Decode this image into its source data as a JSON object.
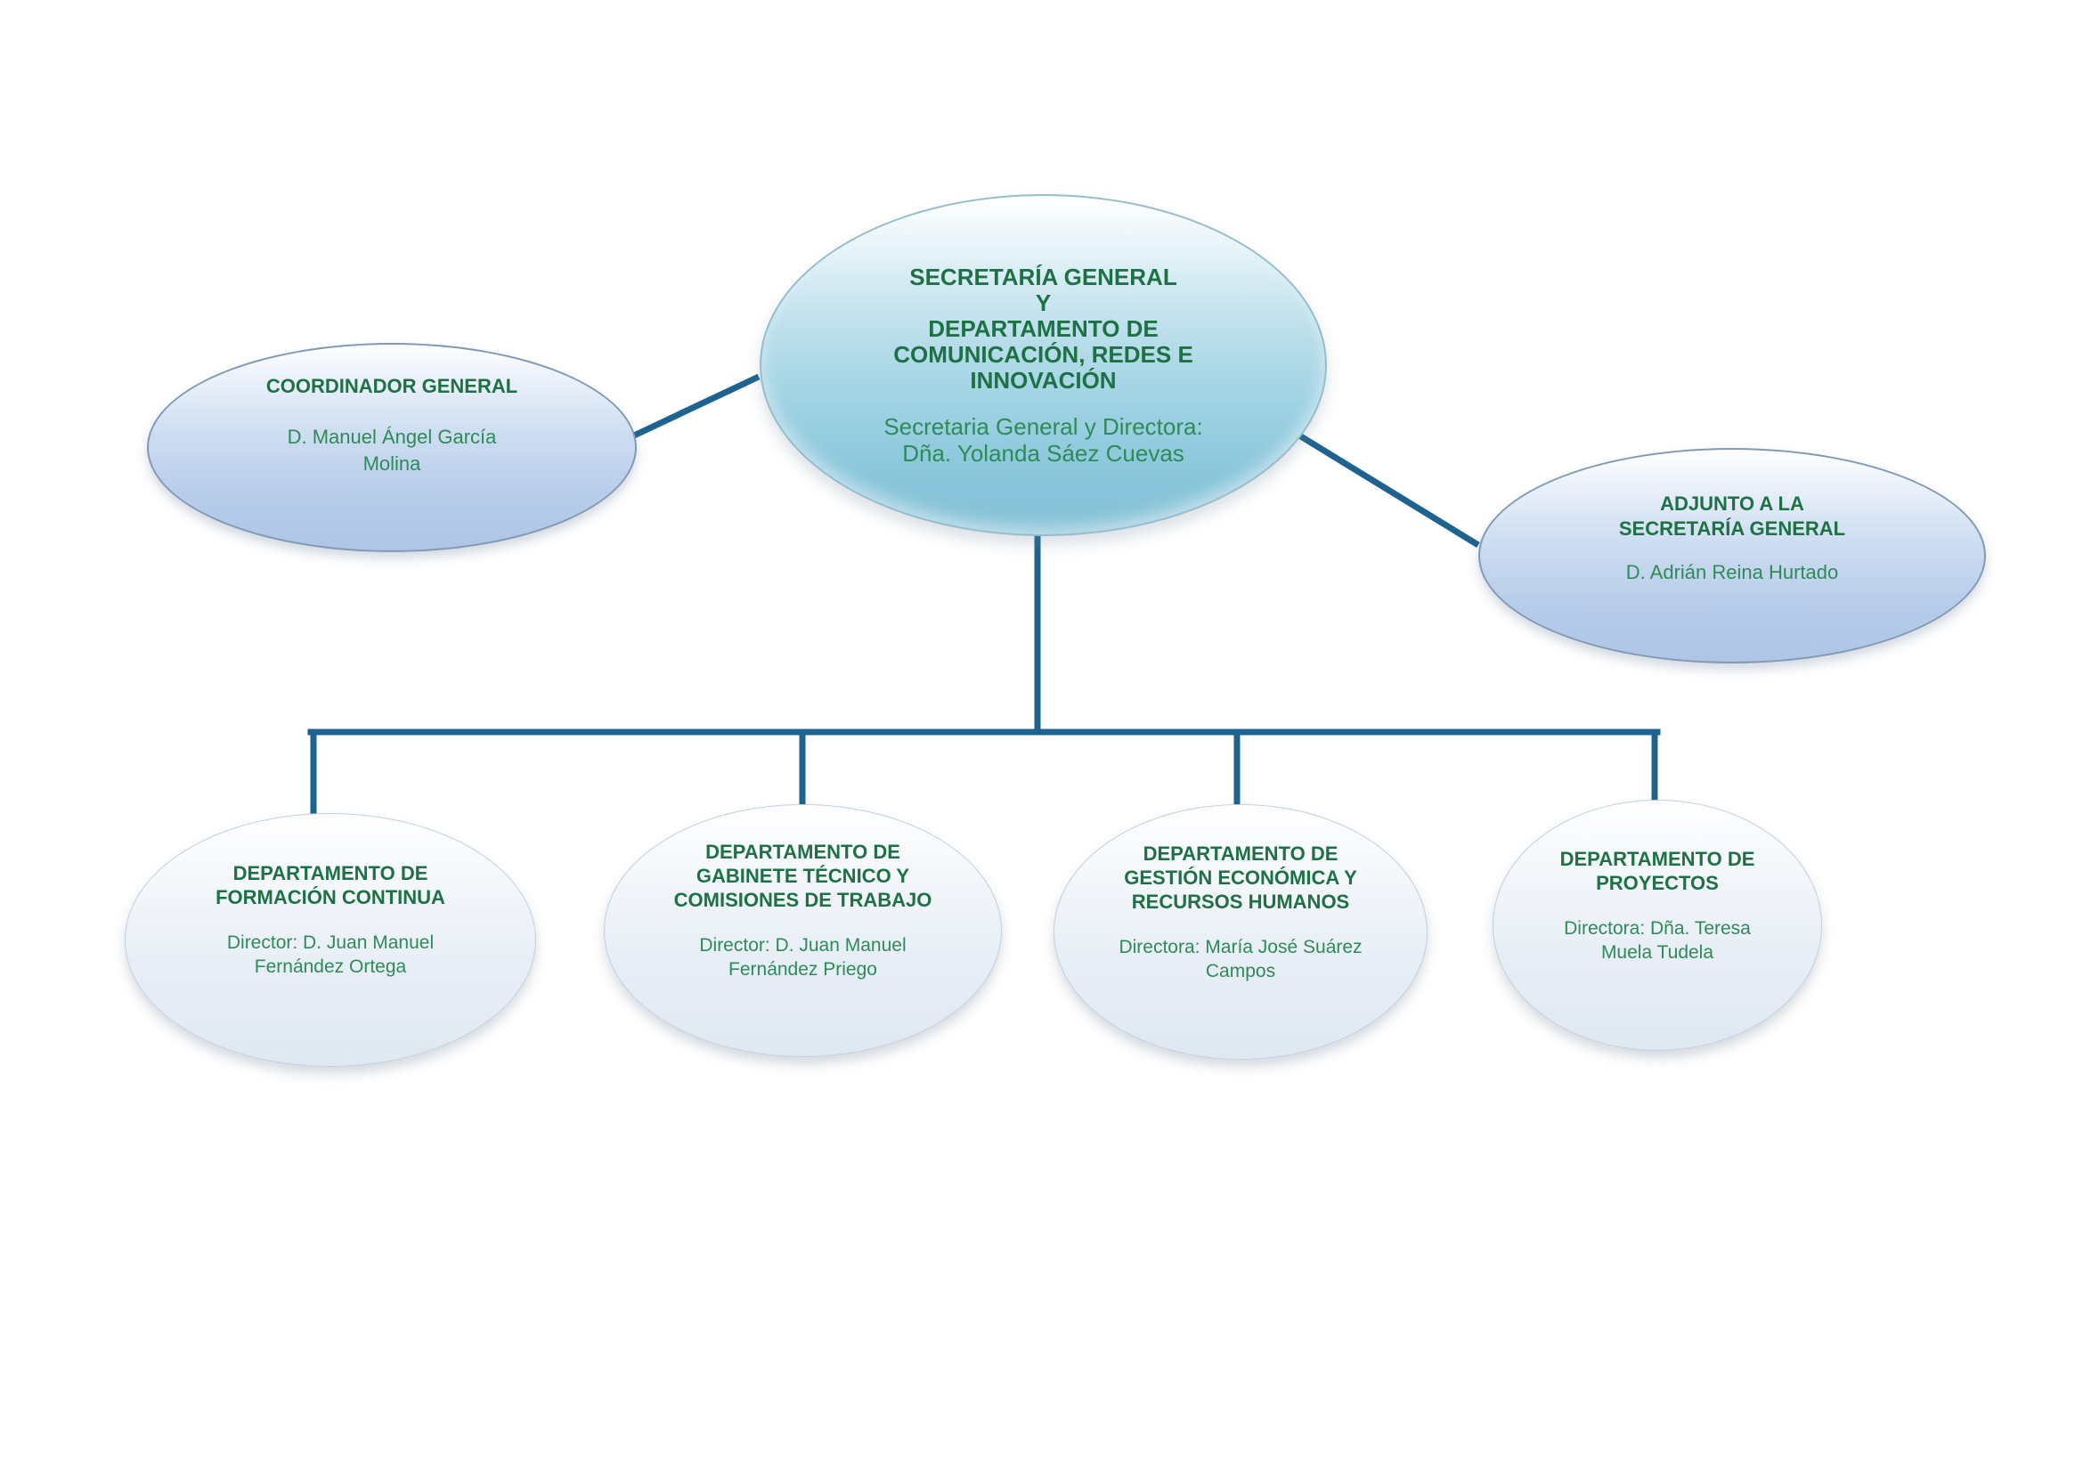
{
  "diagram": {
    "type": "org-chart",
    "background_color": "#ffffff",
    "connector_color": "#1E6390",
    "title_color": "#1E7145",
    "person_color": "#2E8B57",
    "node_fill_top": "#8AC6DB",
    "node_fill_side": "#AEC5E7",
    "node_fill_dept": "#E3EBF4"
  },
  "nodes": {
    "secretaria": {
      "title_lines": [
        "SECRETARÍA GENERAL",
        "Y",
        "DEPARTAMENTO DE",
        "COMUNICACIÓN, REDES E",
        "INNOVACIÓN"
      ],
      "person_lines": [
        "Secretaria General y Directora:",
        "Dña. Yolanda Sáez Cuevas"
      ]
    },
    "coordinador": {
      "title_lines": [
        "COORDINADOR GENERAL"
      ],
      "person_lines": [
        "D. Manuel Ángel García",
        "Molina"
      ]
    },
    "adjunto": {
      "title_lines": [
        "ADJUNTO A LA",
        "SECRETARÍA GENERAL"
      ],
      "person_lines": [
        "D. Adrián Reina Hurtado"
      ]
    },
    "departamentos": [
      {
        "title_lines": [
          "DEPARTAMENTO DE",
          "FORMACIÓN CONTINUA"
        ],
        "person_lines": [
          "Director: D. Juan Manuel",
          "Fernández Ortega"
        ]
      },
      {
        "title_lines": [
          "DEPARTAMENTO DE",
          "GABINETE TÉCNICO Y",
          "COMISIONES DE TRABAJO"
        ],
        "person_lines": [
          "Director: D. Juan Manuel",
          "Fernández Priego"
        ]
      },
      {
        "title_lines": [
          "DEPARTAMENTO DE",
          "GESTIÓN ECONÓMICA Y",
          "RECURSOS HUMANOS"
        ],
        "person_lines": [
          "Directora: María José Suárez",
          "Campos"
        ]
      },
      {
        "title_lines": [
          "DEPARTAMENTO DE",
          "PROYECTOS"
        ],
        "person_lines": [
          "Directora: Dña. Teresa",
          "Muela Tudela"
        ]
      }
    ]
  }
}
